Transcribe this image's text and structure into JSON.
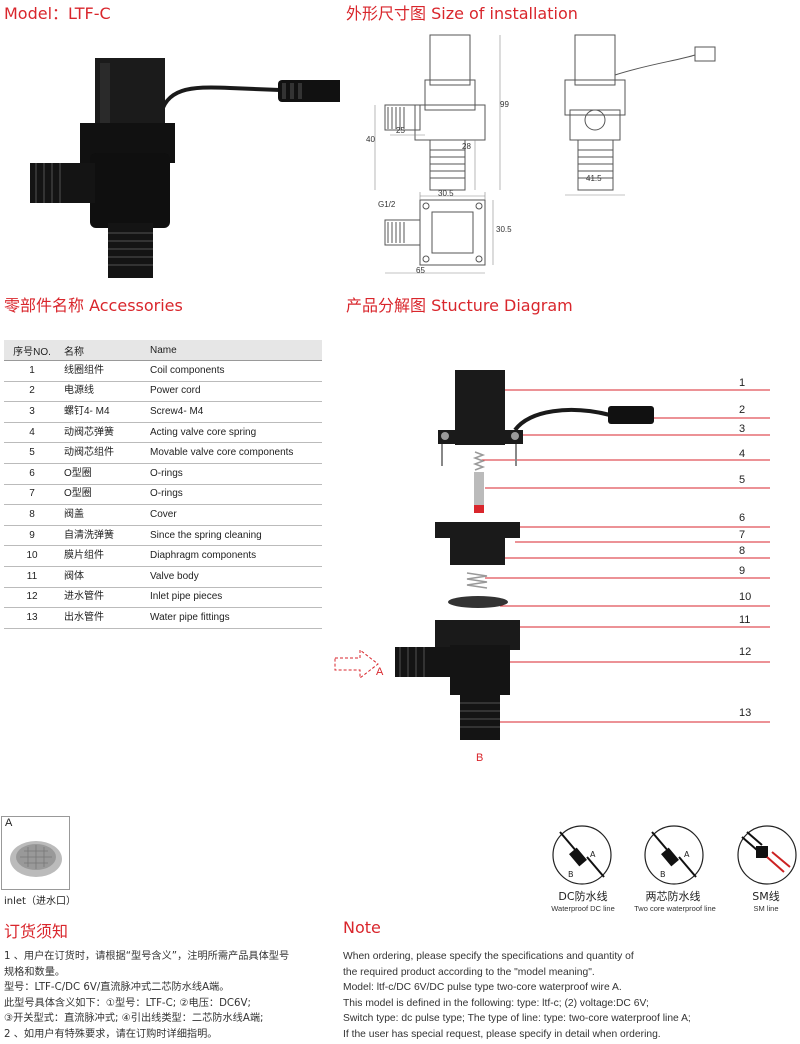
{
  "header": {
    "model": "Model：LTF-C",
    "installation_title": "外形尺寸图 Size of installation"
  },
  "dimensions": {
    "d99": "99",
    "d40": "40",
    "d25": "25",
    "d28": "28",
    "d41_5": "41.5",
    "g12": "G1/2",
    "d30_5_top": "30.5",
    "d30_5_side": "30.5",
    "d65": "65"
  },
  "accessories": {
    "title": "零部件名称 Accessories",
    "headers": [
      "序号NO.",
      "名称",
      "Name"
    ],
    "rows": [
      {
        "no": "1",
        "cn": "线圈组件",
        "en": "Coil components"
      },
      {
        "no": "2",
        "cn": "电源线",
        "en": "Power cord"
      },
      {
        "no": "3",
        "cn": "螺钉4- M4",
        "en": "Screw4- M4"
      },
      {
        "no": "4",
        "cn": "动阀芯弹簧",
        "en": "Acting valve core spring"
      },
      {
        "no": "5",
        "cn": "动阀芯组件",
        "en": "Movable valve core components"
      },
      {
        "no": "6",
        "cn": "O型圈",
        "en": "O-rings"
      },
      {
        "no": "7",
        "cn": "O型圈",
        "en": "O-rings"
      },
      {
        "no": "8",
        "cn": "阀盖",
        "en": "Cover"
      },
      {
        "no": "9",
        "cn": "自清洗弹簧",
        "en": "Since the spring cleaning"
      },
      {
        "no": "10",
        "cn": "膜片组件",
        "en": "Diaphragm components"
      },
      {
        "no": "11",
        "cn": "阀体",
        "en": "Valve body"
      },
      {
        "no": "12",
        "cn": "进水管件",
        "en": "Inlet pipe pieces"
      },
      {
        "no": "13",
        "cn": "出水管件",
        "en": "Water pipe fittings"
      }
    ]
  },
  "structure": {
    "title": "产品分解图 Stucture Diagram",
    "numbers": [
      "1",
      "2",
      "3",
      "4",
      "5",
      "6",
      "7",
      "8",
      "9",
      "10",
      "11",
      "12",
      "13"
    ],
    "inlet_marker": "A",
    "outlet_marker": "B"
  },
  "inlet": {
    "label": "A",
    "caption": "inlet（进水口）"
  },
  "wires": [
    {
      "a": "A",
      "b": "B",
      "label": "DC防水线",
      "sub": "Waterproof DC line"
    },
    {
      "a": "A",
      "b": "B",
      "label": "两芯防水线",
      "sub": "Two core waterproof line"
    },
    {
      "a": "",
      "b": "",
      "label": "SM线",
      "sub": "SM line"
    }
  ],
  "order_cn": {
    "title": "订货须知",
    "lines": [
      "1 、用户在订货时，请根据“型号含义”，注明所需产品具体型号",
      "规格和数量。",
      "型号：LTF-C/DC 6V/直流脉冲式二芯防水线A端。",
      "此型号具体含义如下：①型号：LTF-C; ②电压：DC6V;",
      "③开关型式：直流脉冲式; ④引出线类型：二芯防水线A端;",
      "2 、如用户有特殊要求，请在订购时详细指明。"
    ]
  },
  "order_en": {
    "title": "Note",
    "lines": [
      "When ordering, please specify the specifications and quantity of",
      "the required product according to the \"model meaning\".",
      "Model: ltf-c/DC 6V/DC pulse type two-core waterproof wire A.",
      "This model is defined in the following: type: ltf-c; (2) voltage:DC 6V;",
      "Switch type: dc pulse type; The type of line: type: two-core waterproof line A;",
      "If the user has special request, please specify in detail when ordering."
    ]
  }
}
